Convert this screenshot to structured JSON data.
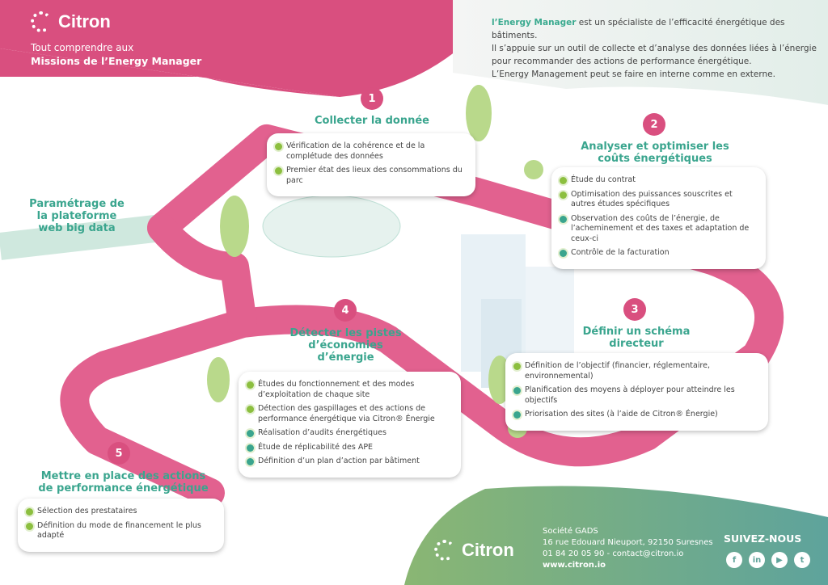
{
  "header": {
    "brand": "Citron",
    "subtitle": "Tout comprendre aux",
    "title": "Missions de l’Energy Manager"
  },
  "intro": {
    "highlight": "l’Energy Manager",
    "line1": " est un spécialiste de l’efficacité énergétique des bâtiments.",
    "line2": "Il s’appuie sur un outil de collecte et d’analyse des données liées à l’énergie pour recommander des actions de performance énergétique.",
    "line3": "L’Energy Management peut se faire en interne comme en externe."
  },
  "start": {
    "label": "Paramétrage de la plateforme web big data"
  },
  "steps": [
    {
      "number": "1",
      "title": "Collecter la donnée",
      "items": [
        "Vérification de la cohérence et de la complétude des données",
        "Premier état des lieux des consommations du parc"
      ]
    },
    {
      "number": "2",
      "title": "Analyser et optimiser les coûts énergétiques",
      "items": [
        "Étude du contrat",
        "Optimisation des puissances souscrites et autres études spécifiques",
        "Observation des coûts de l’énergie, de l’acheminement et des taxes et adaptation de ceux-ci",
        "Contrôle de la facturation"
      ]
    },
    {
      "number": "3",
      "title": "Définir un schéma directeur",
      "items": [
        "Définition de l’objectif (financier, réglementaire, environnemental)",
        "Planification des moyens à déployer pour atteindre les objectifs",
        "Priorisation des sites (à l’aide de Citron® Énergie)"
      ]
    },
    {
      "number": "4",
      "title": "Détecter les pistes d’économies d’énergie",
      "items": [
        "Études du fonctionnement et des modes d’exploitation de chaque site",
        "Détection des gaspillages et des actions de performance énergétique via Citron® Énergie",
        "Réalisation d’audits énergétiques",
        "Étude de réplicabilité des APE",
        "Définition d’un plan d’action par bâtiment"
      ]
    },
    {
      "number": "5",
      "title": "Mettre en place des actions de performance énergétique",
      "items": [
        "Sélection des prestataires",
        "Définition du mode de financement le plus adapté"
      ]
    }
  ],
  "footer": {
    "brand": "Citron",
    "company": "Société GADS",
    "address": "16 rue Edouard Nieuport, 92150 Suresnes",
    "phone": "01 84 20 05 90 - ",
    "email": "contact@citron.io",
    "website": "www.citron.io",
    "follow": "SUIVEZ-NOUS",
    "social": [
      "f",
      "in",
      "▶",
      "t"
    ]
  },
  "colors": {
    "pink": "#d94f7f",
    "teal": "#3aa58e",
    "green": "#8cbf3f"
  }
}
